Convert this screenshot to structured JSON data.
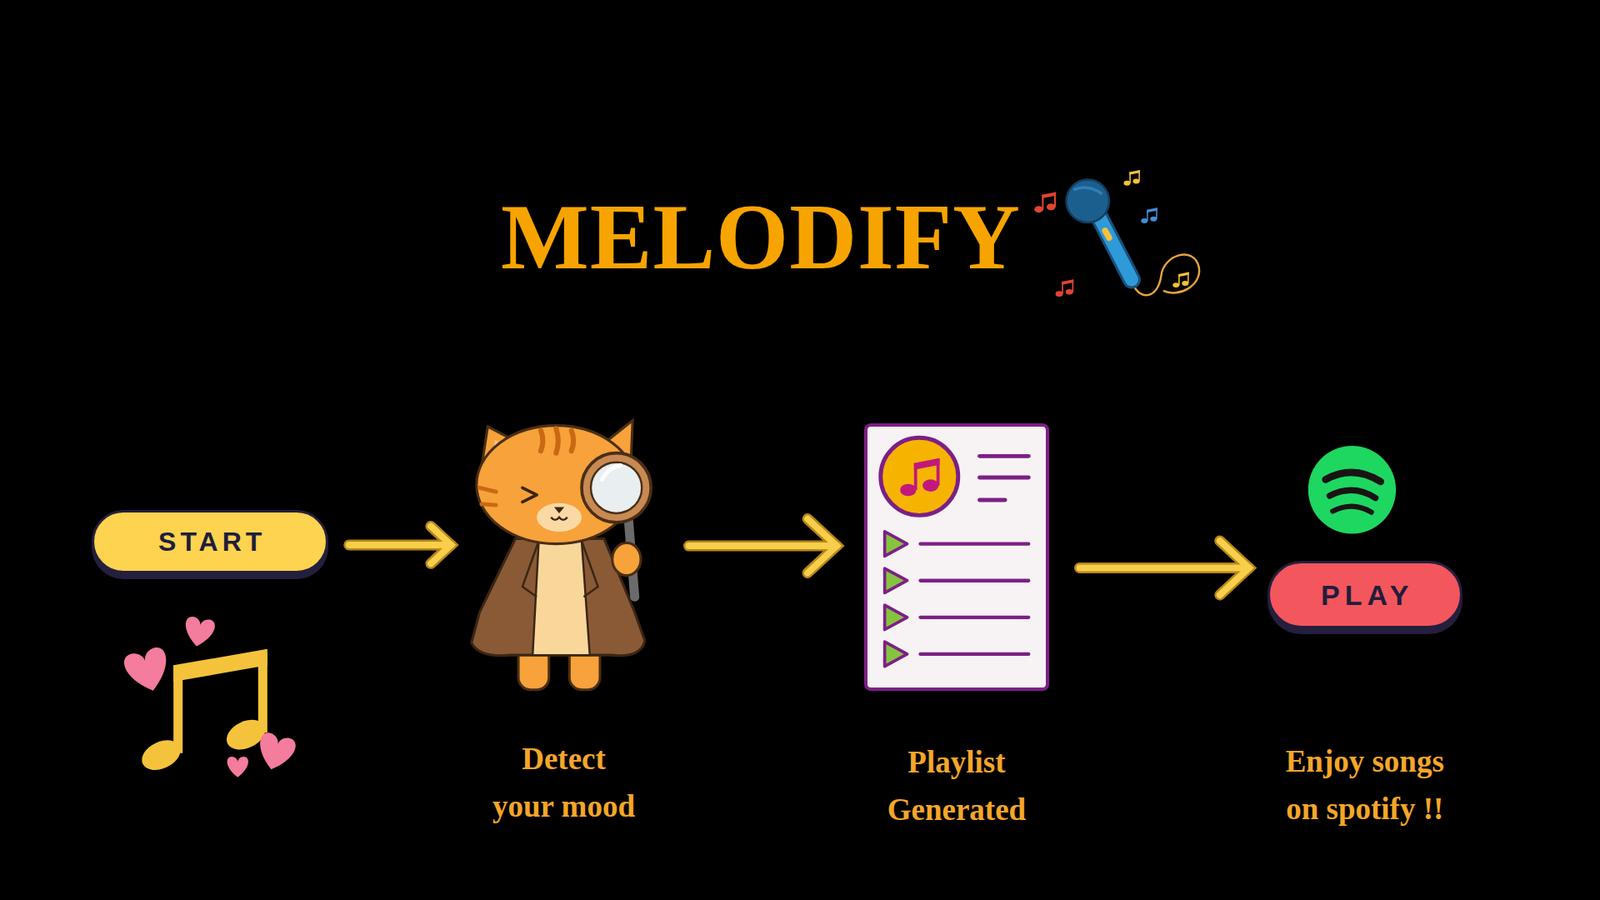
{
  "diagram": {
    "title": "MELODIFY",
    "nodes": [
      {
        "text": [
          "START"
        ]
      },
      {
        "text": [
          "Detect your mood"
        ]
      },
      {
        "text": [
          "Playlist Generated"
        ]
      },
      {
        "text": [
          "PLAY",
          "Enjoy songs on spotify !!"
        ]
      }
    ],
    "edges": [
      {
        "from": 0,
        "to": 1,
        "arrow": "to"
      },
      {
        "from": 1,
        "to": 2,
        "arrow": "to"
      },
      {
        "from": 2,
        "to": 3,
        "arrow": "to"
      }
    ]
  }
}
